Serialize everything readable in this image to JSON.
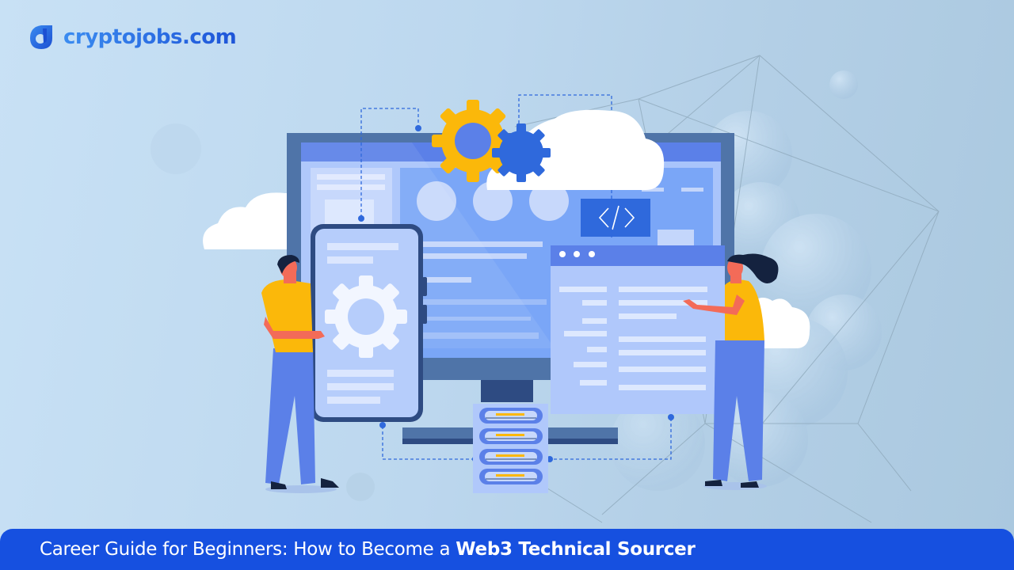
{
  "brand": {
    "logo_text": "cryptojobs.com",
    "logo_icon": "cryptojobs-logo-icon",
    "colors": {
      "primary": "#1650e0",
      "logo_light": "#3b8cf0",
      "logo_dark": "#1e55d8"
    }
  },
  "illustration": {
    "description": "Two people standing beside a large monitor with a phone, browser window, gears, clouds and a server stack",
    "code_tag_icon": "</>",
    "window_dots": 3,
    "server_units": 4,
    "colors": {
      "monitor_frame": "#4f74a8",
      "screen_header": "#5b80e8",
      "screen_body": "#a9c4fb",
      "gear_yellow": "#fbb80a",
      "gear_blue": "#2f69dc",
      "shirt": "#fbb80a",
      "pants": "#5b80e8",
      "skin": "#f36b58",
      "hair": "#14223f"
    }
  },
  "banner": {
    "title_regular": "Career Guide for Beginners: How to Become a",
    "title_bold": "Web3 Technical Sourcer"
  }
}
